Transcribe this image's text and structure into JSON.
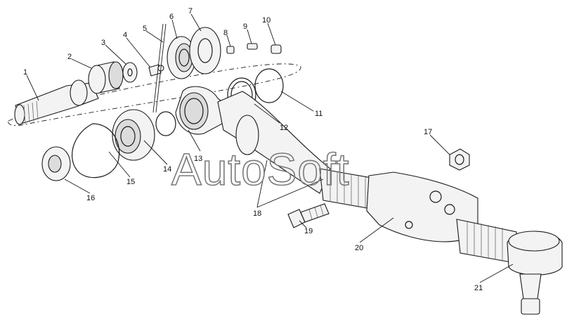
{
  "watermark": "AutoSoft",
  "callouts": {
    "c1": "1",
    "c2": "2",
    "c3": "3",
    "c4": "4",
    "c5": "5",
    "c6": "6",
    "c7": "7",
    "c8": "8",
    "c9": "9",
    "c10": "10",
    "c11": "11",
    "c12": "12",
    "c13": "13",
    "c14": "14",
    "c15": "15",
    "c16": "16",
    "c17": "17",
    "c18": "18",
    "c19": "19",
    "c20": "20",
    "c21": "21"
  },
  "colors": {
    "line": "#1a1a1a",
    "fill": "#f3f3f3",
    "watermark": "#7a7a7a"
  }
}
